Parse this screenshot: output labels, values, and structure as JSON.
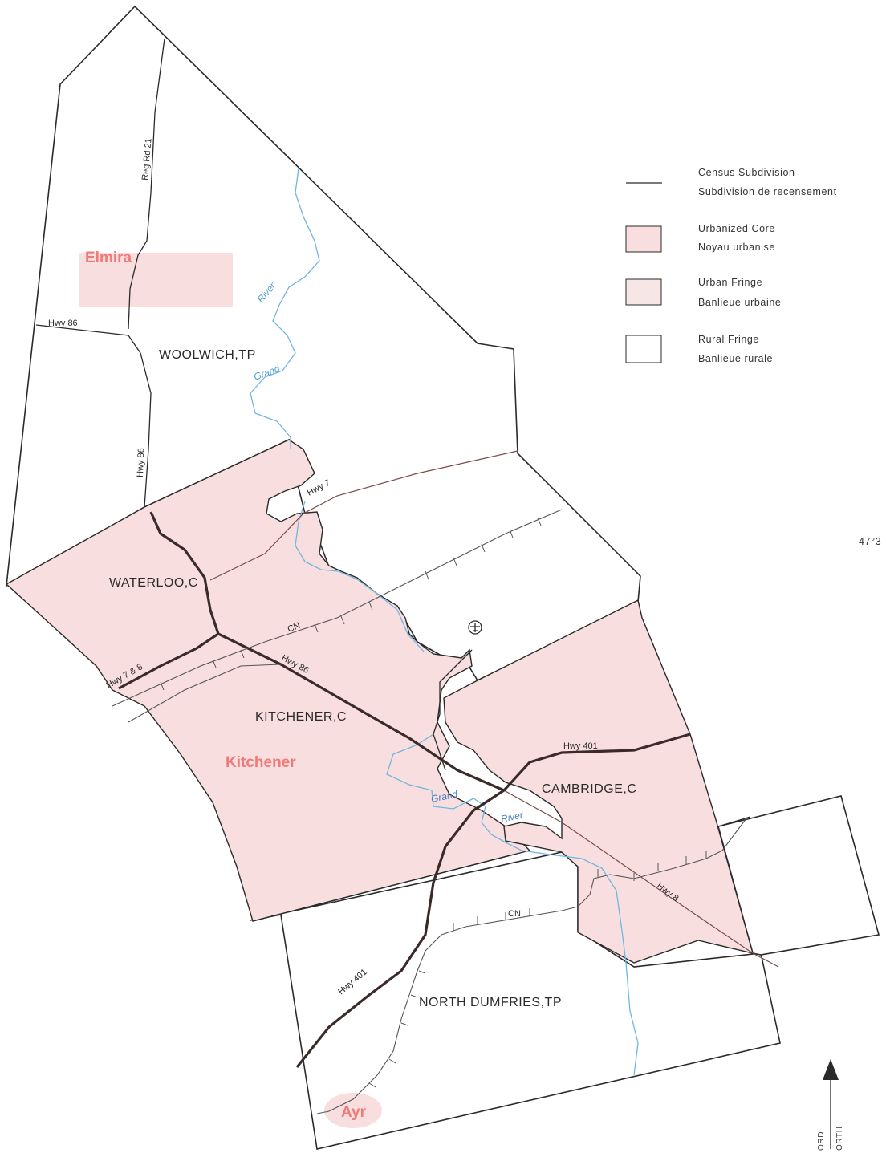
{
  "colors": {
    "urban_core": "#f8dede",
    "urban_fringe": "#f6e6e6",
    "rural_fringe": "#ffffff",
    "boundary": "#2a2a2a",
    "highway": "#3a2a2a",
    "river": "#6fb6e0",
    "town_label": "#f07a78"
  },
  "legend": {
    "census_subdivision_en": "Census Subdivision",
    "census_subdivision_fr": "Subdivision de recensement",
    "urbanized_core_en": "Urbanized Core",
    "urbanized_core_fr": "Noyau urbanise",
    "urban_fringe_en": "Urban Fringe",
    "urban_fringe_fr": "Banlieue urbaine",
    "rural_fringe_en": "Rural Fringe",
    "rural_fringe_fr": "Banlieue rurale"
  },
  "subdivisions": {
    "woolwich": "WOOLWICH,TP",
    "waterloo": "WATERLOO,C",
    "kitchener": "KITCHENER,C",
    "cambridge": "CAMBRIDGE,C",
    "north_dumfries": "NORTH DUMFRIES,TP"
  },
  "places": {
    "elmira": "Elmira",
    "kitchener": "Kitchener",
    "ayr": "Ayr"
  },
  "roads": {
    "reg_rd_21": "Reg Rd 21",
    "hwy86_west": "Hwy 86",
    "hwy86_north": "Hwy 86",
    "hwy86_kitchener": "Hwy 86",
    "hwy7": "Hwy 7",
    "hwy7_8": "Hwy 7 & 8",
    "hwy401_east": "Hwy 401",
    "hwy401_south": "Hwy 401",
    "hwy8": "Hwy 8",
    "cn_north": "CN",
    "cn_south": "CN"
  },
  "rivers": {
    "river_north": "River",
    "grand_north": "Grand",
    "grand_south": "Grand",
    "river_south": "River"
  },
  "margin": {
    "latitude": "47°3",
    "north_label_1": "ORD",
    "north_label_2": "ORTH",
    "airport_icon": "airport-icon",
    "north_arrow_icon": "north-arrow-icon"
  }
}
